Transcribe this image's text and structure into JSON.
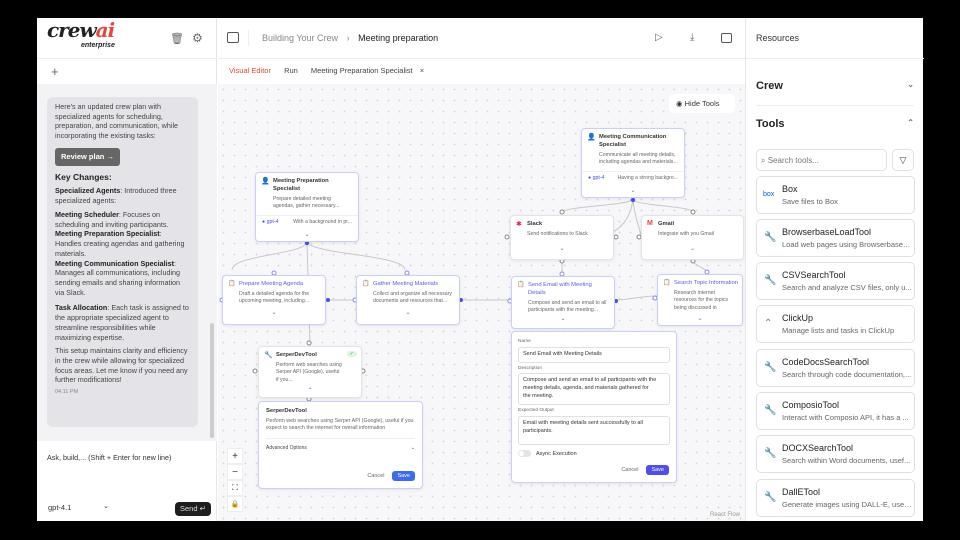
{
  "brand": {
    "logo_text": "crewai",
    "logo_sub": "enterprise",
    "accent": "#e8453c",
    "primary": "#4d4df0"
  },
  "header": {
    "breadcrumb_parent": "Building Your Crew",
    "breadcrumb_current": "Meeting preparation"
  },
  "tabs": [
    {
      "label": "Visual Editor",
      "active": true
    },
    {
      "label": "Run"
    },
    {
      "label": "Meeting Preparation Specialist",
      "closable": true
    }
  ],
  "chat": {
    "intro": "Here's an updated crew plan with specialized agents for scheduling, preparation, and communication, while incorporating the existing tasks:",
    "review_button": "Review plan",
    "heading": "Key Changes:",
    "items": [
      {
        "bold": "Specialized Agents",
        "text": ": Introduced three specialized agents:"
      },
      {
        "bold": "Meeting Scheduler",
        "text": ": Focuses on scheduling and inviting participants."
      },
      {
        "bold": "Meeting Preparation Specialist",
        "text": ": Handles creating agendas and gathering materials."
      },
      {
        "bold": "Meeting Communication Specialist",
        "text": ": Manages all communications, including sending emails and sharing information via Slack."
      },
      {
        "bold": "Task Allocation",
        "text": ": Each task is assigned to the appropriate specialized agent to streamline responsibilities while maximizing expertise."
      }
    ],
    "outro": "This setup maintains clarity and efficiency in the crew while allowing for specialized focus areas. Let me know if you need any further modifications!",
    "time": "04:11 PM",
    "input_placeholder": "Ask, build,... (Shift + Enter for new line)",
    "model": "gpt-4.1",
    "send": "Send"
  },
  "canvas": {
    "hide_tools": "Hide Tools",
    "watermark": "React Flow",
    "agents": [
      {
        "title": "Meeting Preparation Specialist",
        "desc": "Prepare detailed meeting agendas, gather necessary...",
        "model": "gpt-4",
        "backstory": "With a background in pr..."
      },
      {
        "title": "Meeting Communication Specialist",
        "desc": "Communicate all meeting details, including agendas and materials...",
        "model": "gpt-4",
        "backstory": "Having a strong backgro..."
      }
    ],
    "tasks": [
      {
        "title": "Prepare Meeting Agenda",
        "desc": "Draft a detailed agenda for the upcoming meeting, including..."
      },
      {
        "title": "Gather Meeting Materials",
        "desc": "Collect and organize all necessary documents and resources that..."
      },
      {
        "title": "Send Email with Meeting Details",
        "desc": "Compose and send an email to all participants with the meeting..."
      },
      {
        "title": "Search Topic Information",
        "desc": "Research internet resources for the topics being discussed in"
      }
    ],
    "tools": [
      {
        "title": "Slack",
        "desc": "Send notifications to Slack"
      },
      {
        "title": "Gmail",
        "desc": "Integrate with you Gmail"
      },
      {
        "title": "SerperDevTool",
        "desc": "Perform web searches using Serper API (Google), useful if you..."
      }
    ],
    "serper_panel": {
      "title": "SerperDevTool",
      "desc": "Perform web searches using Serper API (Google), useful if you expect to search the internet for overall information",
      "advanced": "Advanced Options",
      "cancel": "Cancel",
      "save": "Save"
    },
    "task_panel": {
      "name_label": "Name",
      "name": "Send Email with Meeting Details",
      "desc_label": "Description",
      "desc": "Compose and send an email to all participants with the meeting details, agenda, and materials gathered for the meeting.",
      "output_label": "Expected Output",
      "output": "Email with meeting details sent successfully to all participants.",
      "async_label": "Async Execution",
      "async": false,
      "cancel": "Cancel",
      "save": "Save"
    }
  },
  "resources": {
    "title": "Resources",
    "crew": "Crew",
    "tools_heading": "Tools",
    "search_placeholder": "Search tools...",
    "tools": [
      {
        "name": "Box",
        "desc": "Save files to Box",
        "icon": "box-logo"
      },
      {
        "name": "BrowserbaseLoadTool",
        "desc": "Load web pages using Browserbase, ...",
        "icon": "wrench-icon"
      },
      {
        "name": "CSVSearchTool",
        "desc": "Search and analyze CSV files, only u...",
        "icon": "wrench-icon"
      },
      {
        "name": "ClickUp",
        "desc": "Manage lists and tasks in ClickUp",
        "icon": "clickup-logo"
      },
      {
        "name": "CodeDocsSearchTool",
        "desc": "Search through code documentation,...",
        "icon": "wrench-icon"
      },
      {
        "name": "ComposioTool",
        "desc": "Interact with Composio API, it has a ...",
        "icon": "wrench-icon"
      },
      {
        "name": "DOCXSearchTool",
        "desc": "Search within Word documents, usef...",
        "icon": "wrench-icon"
      },
      {
        "name": "DallETool",
        "desc": "Generate images using DALL-E, usef...",
        "icon": "wrench-icon"
      }
    ]
  }
}
